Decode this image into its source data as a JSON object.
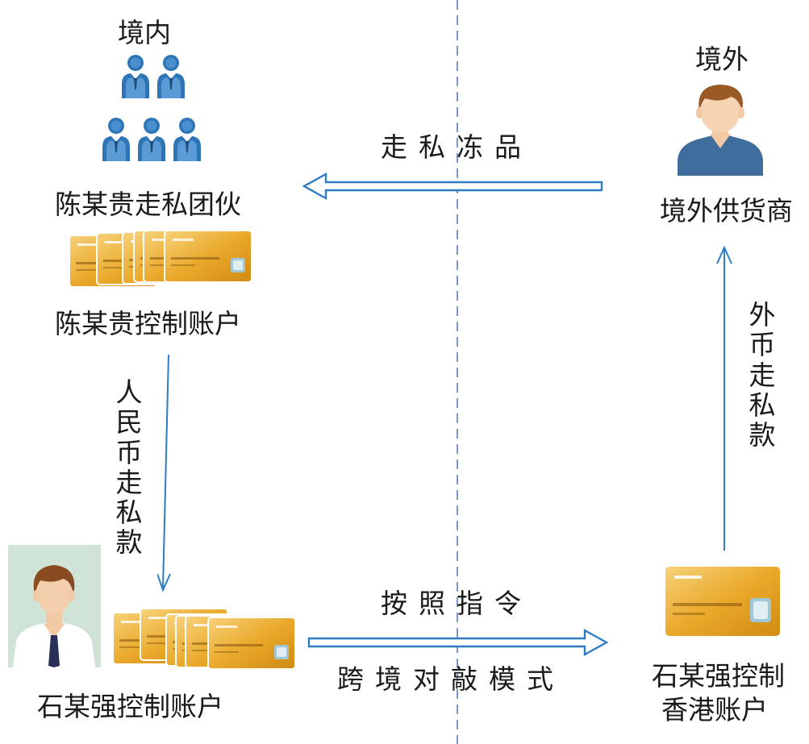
{
  "domestic_label": "境内",
  "overseas_label": "境外",
  "group_label": "陈某贵走私团伙",
  "supplier_label": "境外供货商",
  "chen_account_label": "陈某贵控制账户",
  "shi_account_label": "石某强控制账户",
  "hk_account_line1": "石某强控制",
  "hk_account_line2": "香港账户",
  "arrow_smuggle_goods": "走私冻品",
  "arrow_instruction": "按照指令",
  "arrow_mode": "跨境对敲模式",
  "vertical_rmb": [
    "人",
    "民",
    "币",
    "走",
    "私",
    "款"
  ],
  "vertical_fx": [
    "外",
    "币",
    "走",
    "私",
    "款"
  ],
  "colors": {
    "arrow": "#2f7bc4",
    "divider": "#5a7fb0",
    "people": "#2e75b6",
    "card": "#e8a92a"
  }
}
